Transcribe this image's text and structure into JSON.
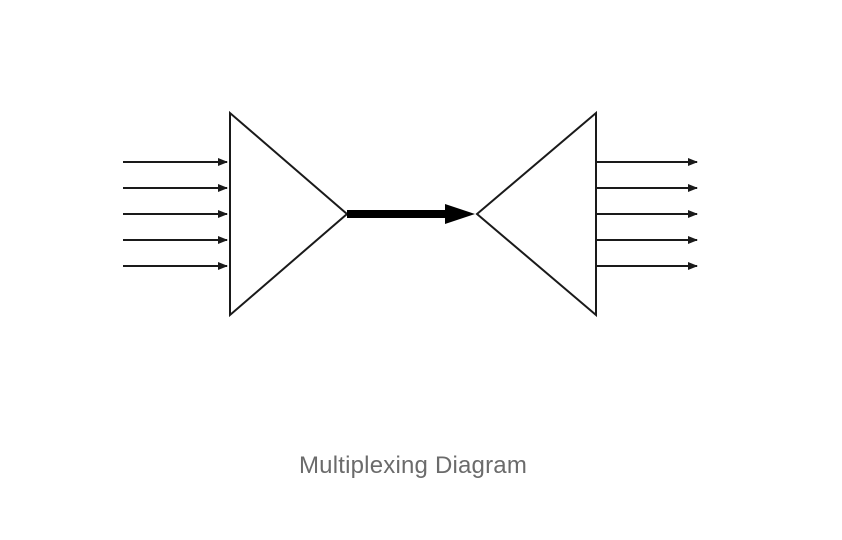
{
  "caption": "Multiplexing Diagram",
  "colors": {
    "stroke": "#1a1a1a",
    "caption": "#6b6b6b",
    "background": "#ffffff"
  },
  "diagram": {
    "input_arrow_count": 5,
    "output_arrow_count": 5,
    "blocks": [
      "multiplexer-triangle",
      "demultiplexer-triangle"
    ],
    "link": "thick-arrow"
  }
}
